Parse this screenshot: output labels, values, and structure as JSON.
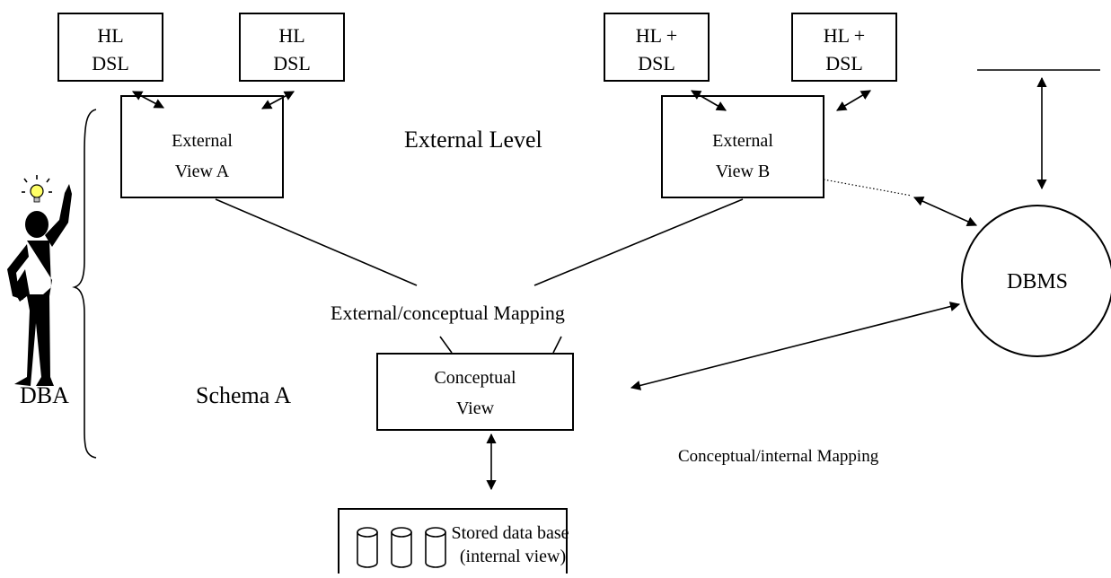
{
  "boxes": {
    "hl_dsl_1": [
      "HL",
      "DSL"
    ],
    "hl_dsl_2": [
      "HL",
      "DSL"
    ],
    "hl_plus_dsl_1": [
      "HL +",
      "DSL"
    ],
    "hl_plus_dsl_2": [
      "HL +",
      "DSL"
    ],
    "external_view_a": [
      "External",
      "View A"
    ],
    "external_view_b": [
      "External",
      "View B"
    ],
    "conceptual_view": [
      "Conceptual",
      "View"
    ],
    "stored_db": [
      "Stored data base",
      "(internal view)"
    ]
  },
  "labels": {
    "external_level": "External Level",
    "ext_conceptual_mapping": "External/conceptual Mapping",
    "conceptual_internal_mapping": "Conceptual/internal Mapping",
    "schema_a": "Schema A",
    "dba": "DBA",
    "dbms": "DBMS"
  },
  "colors": {
    "lightbulb": "#ffff66",
    "stroke": "#000000"
  }
}
